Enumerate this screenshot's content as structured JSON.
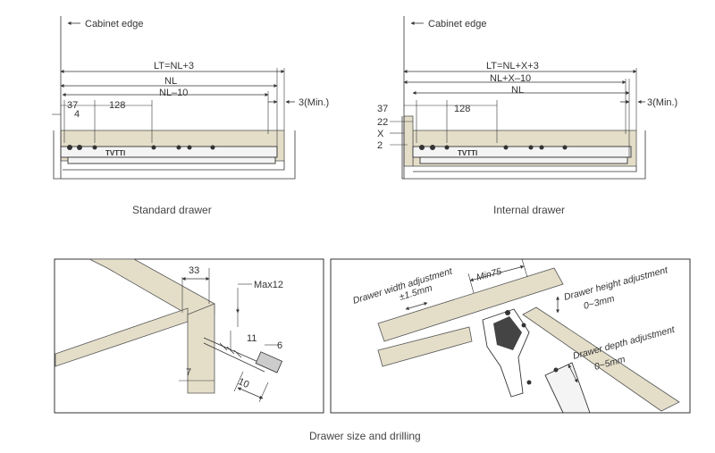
{
  "standard": {
    "cabinet_edge": "Cabinet edge",
    "lt": "LT=NL+3",
    "nl": "NL",
    "nl_minus": "NL–10",
    "d37": "37",
    "d4": "4",
    "d128": "128",
    "min3": "3(Min.)",
    "caption": "Standard drawer"
  },
  "internal": {
    "cabinet_edge": "Cabinet edge",
    "lt": "LT=NL+X+3",
    "nlx": "NL+X–10",
    "nl": "NL",
    "d37": "37",
    "d22": "22",
    "dx": "X",
    "d2": "2",
    "d128": "128",
    "min3": "3(Min.)",
    "caption": "Internal drawer"
  },
  "drilling": {
    "d33": "33",
    "max12": "Max12",
    "d11": "11",
    "d6": "6",
    "d7": "7",
    "d10": "10"
  },
  "adjust": {
    "width": "Drawer width adjustment",
    "width_val": "±1.5mm",
    "min75": "Min75",
    "height": "Drawer height adjustment",
    "height_val": "0~3mm",
    "depth": "Drawer depth adjustment",
    "depth_val": "0~5mm"
  },
  "brand": "TVTTI",
  "caption_bottom": "Drawer size and drilling",
  "colors": {
    "panel": "#e4dec9",
    "line": "#333333"
  }
}
